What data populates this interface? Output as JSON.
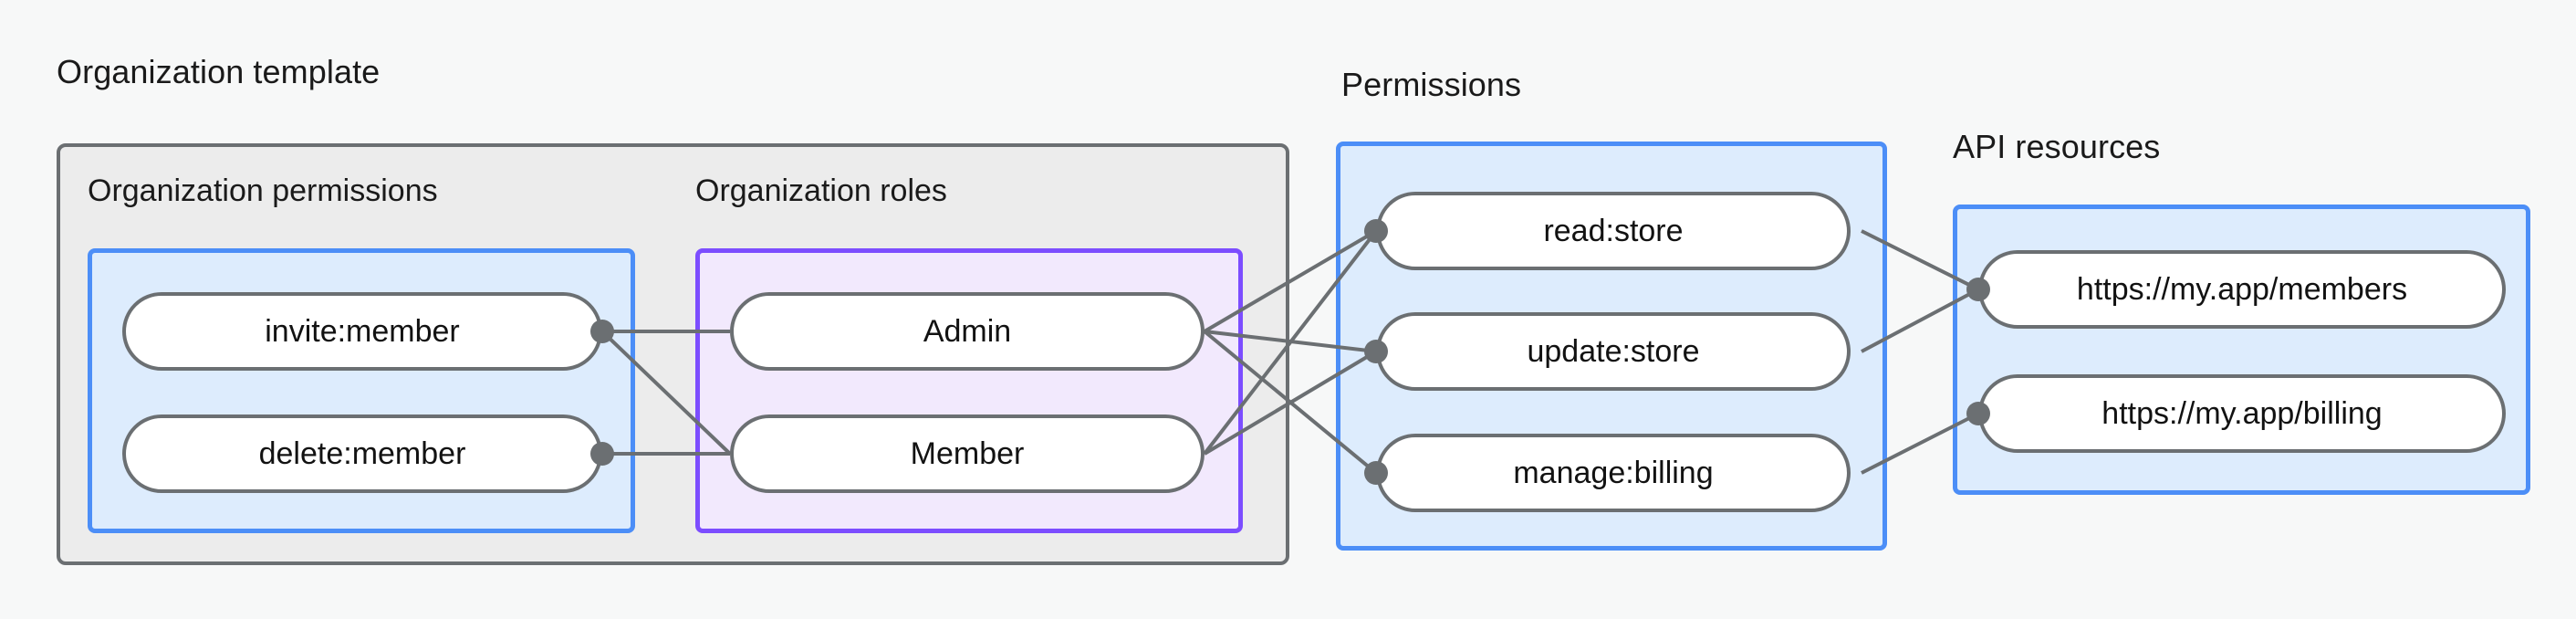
{
  "diagram": {
    "title_hidden": "",
    "background_color": "#f7f8f8",
    "accent_blue": "#4c8ef7",
    "accent_purple": "#7c4dff",
    "node_border": "#6b6f72",
    "blue_fill": "#ddecfd",
    "purple_fill": "#f2e9fd",
    "grey_fill": "#ececec"
  },
  "groups": {
    "org_template": {
      "label": "Organization template",
      "subgroups": {
        "org_permissions": {
          "label": "Organization permissions"
        },
        "org_roles": {
          "label": "Organization roles"
        }
      }
    },
    "permissions": {
      "label": "Permissions"
    },
    "api_resources": {
      "label": "API resources"
    }
  },
  "nodes": {
    "org_permissions": [
      {
        "id": "invite-member",
        "label": "invite:member"
      },
      {
        "id": "delete-member",
        "label": "delete:member"
      }
    ],
    "org_roles": [
      {
        "id": "admin",
        "label": "Admin"
      },
      {
        "id": "member",
        "label": "Member"
      }
    ],
    "permissions": [
      {
        "id": "read-store",
        "label": "read:store"
      },
      {
        "id": "update-store",
        "label": "update:store"
      },
      {
        "id": "manage-billing",
        "label": "manage:billing"
      }
    ],
    "api_resources": [
      {
        "id": "members-url",
        "label": "https://my.app/members"
      },
      {
        "id": "billing-url",
        "label": "https://my.app/billing"
      }
    ]
  },
  "edges": [
    {
      "from": "invite-member",
      "to": "admin"
    },
    {
      "from": "invite-member",
      "to": "member"
    },
    {
      "from": "delete-member",
      "to": "member"
    },
    {
      "from": "admin",
      "to": "read-store"
    },
    {
      "from": "admin",
      "to": "update-store"
    },
    {
      "from": "admin",
      "to": "manage-billing"
    },
    {
      "from": "member",
      "to": "read-store"
    },
    {
      "from": "member",
      "to": "update-store"
    },
    {
      "from": "read-store",
      "to": "members-url"
    },
    {
      "from": "update-store",
      "to": "members-url"
    },
    {
      "from": "manage-billing",
      "to": "billing-url"
    }
  ]
}
